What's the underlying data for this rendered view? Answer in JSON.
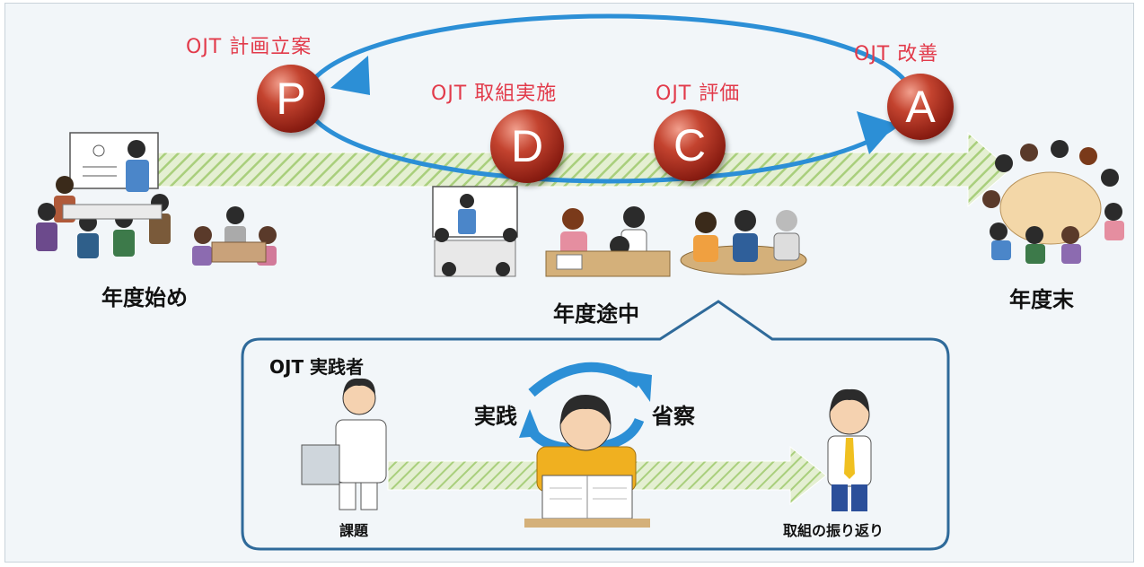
{
  "pdca": {
    "plan": {
      "letter": "P",
      "label": "OJT 計画立案"
    },
    "do": {
      "letter": "D",
      "label": "OJT 取組実施"
    },
    "check": {
      "letter": "C",
      "label": "OJT 評価"
    },
    "act": {
      "letter": "A",
      "label": "OJT 改善"
    }
  },
  "timeline": {
    "start": "年度始め",
    "middle": "年度途中",
    "end": "年度末"
  },
  "practitioner": {
    "title": "OJT 実践者",
    "practice": "実践",
    "reflection": "省察",
    "task": "課題",
    "review": "取組の振り返り"
  },
  "colors": {
    "pdca_label": "#e23a4a",
    "cycle_arrow": "#2c8fd6",
    "timeline_arrow": "#b9d98a",
    "callout_border": "#2f6a9a"
  }
}
